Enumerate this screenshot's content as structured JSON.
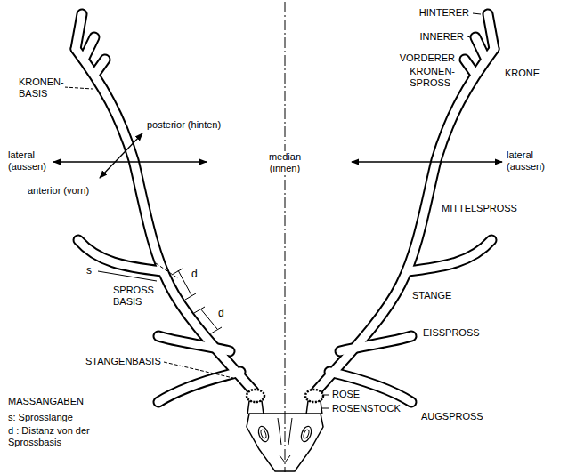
{
  "diagram": {
    "labels": [
      "KRONEN- BASIS",
      "posterior (hinten)",
      "lateral (aussen)",
      "anterior (vorn)",
      "s",
      "d",
      "d",
      "SPROSS BASIS",
      "STANGENBASIS",
      "MASSANGABEN",
      "s: Sprosslänge",
      "d : Distanz von der Sprossbasis",
      "median (innen)",
      "lateral (aussen)",
      "HINTERER",
      "INNERER",
      "VORDERER",
      "KRONEN- SPROSS",
      "KRONE",
      "MITTELSPROSS",
      "STANGE",
      "EISSPROSS",
      "ROSE",
      "ROSENSTOCK",
      "AUGSPROSS"
    ]
  }
}
